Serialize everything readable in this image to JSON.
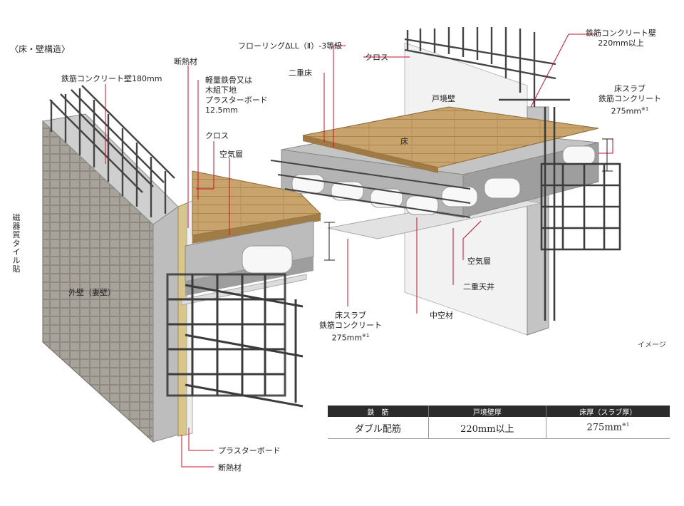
{
  "title": "〈床・壁構造〉",
  "image_note": "イメージ",
  "labels": {
    "rc_wall_180": "鉄筋コンクリート壁180mm",
    "insulation_top": "断熱材",
    "steel_frame": "軽量鉄骨又は\n木組下地\nプラスターボード\n12.5mm",
    "cloth_left": "クロス",
    "air_layer_left": "空気層",
    "tile": "磁器質タイル貼",
    "outer_wall": "外壁（妻壁）",
    "flooring": "フローリングΔLL（Ⅱ）-3等級",
    "double_floor": "二重床",
    "cloth_right": "クロス",
    "partition_wall": "戸境壁",
    "floor": "床",
    "rc_wall_220": "鉄筋コンクリート壁\n220mm以上",
    "slab_right": "床スラブ\n鉄筋コンクリート\n275mm",
    "slab_right_note": "※1",
    "slab_left": "床スラブ\n鉄筋コンクリート\n275mm",
    "slab_left_note": "※1",
    "air_layer_right": "空気層",
    "double_ceiling": "二重天井",
    "hollow_material": "中空材",
    "plaster_board": "プラスターボード",
    "insulation_bottom": "断熱材"
  },
  "spec_table": {
    "headers": [
      "鉄　筋",
      "戸境壁厚",
      "床厚（スラブ厚）"
    ],
    "row": [
      "ダブル配筋",
      "220mm以上",
      "275mm"
    ],
    "row_note": "※1"
  },
  "colors": {
    "leader": "#c8102e",
    "concrete": "#b9b9b9",
    "wood": "#c9a46a",
    "tile": "#8f8a80",
    "table_header": "#2b2b2b"
  }
}
